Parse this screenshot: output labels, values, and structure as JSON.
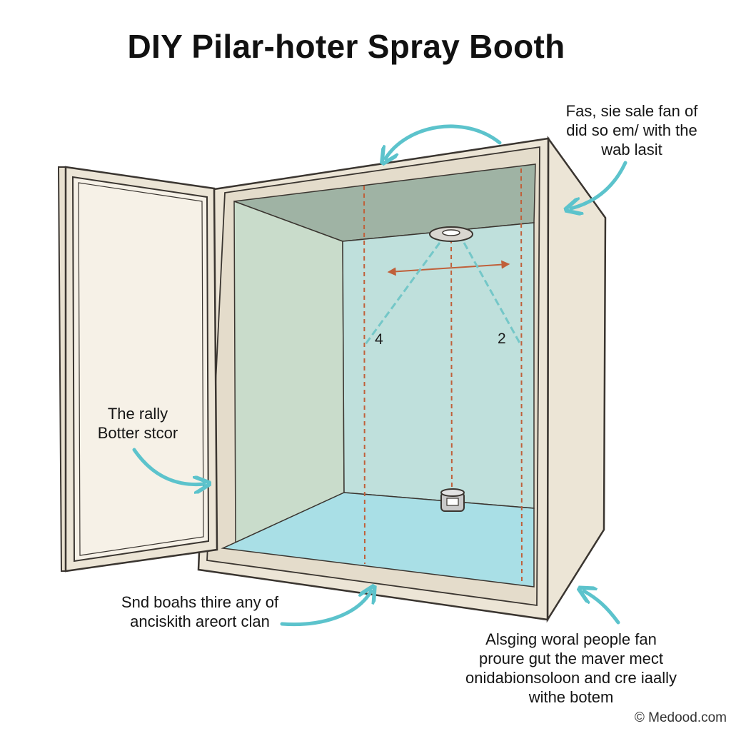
{
  "title": "DIY Pilar-hoter Spray Booth",
  "annotations": {
    "top_right": [
      "Fas, sie sale fan of",
      "did so em/ with the",
      "wab lasit"
    ],
    "door": [
      "The rally",
      "Botter stcor"
    ],
    "bottom_left": [
      "Snd boahs thire any of",
      "anciskith areort clan"
    ],
    "bottom_right": [
      "Alsging woral people fan",
      "proure gut the maver mect",
      "onidabionsoloon and cre iaally",
      "withe botem"
    ]
  },
  "spray_labels": {
    "left": "4",
    "right": "2"
  },
  "credit": "© Medood.com",
  "colors": {
    "frame": "#ece5d6",
    "frame_outline": "#3a3530",
    "ceiling": "#9fb3a4",
    "left_wall": "#c9dccb",
    "back_wall": "#bfe0dc",
    "floor": "#a9dfe6",
    "arrow": "#5cc3cc",
    "guide_line": "#c0603a",
    "spray_cone": "#74c7c8"
  }
}
